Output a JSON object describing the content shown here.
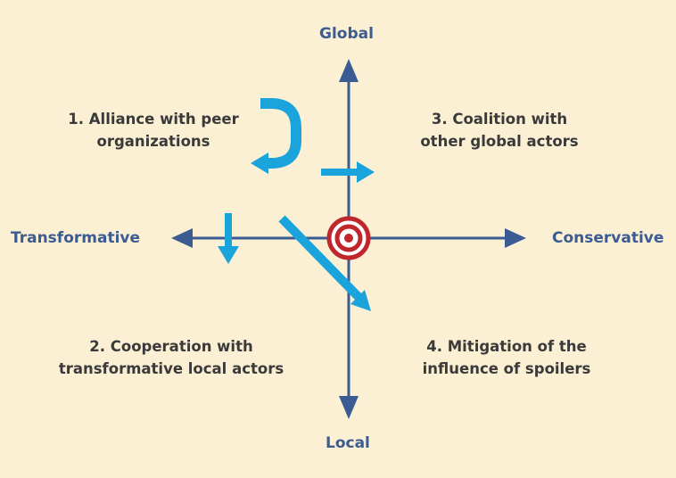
{
  "axes": {
    "top": "Global",
    "bottom": "Local",
    "left": "Transformative",
    "right": "Conservative"
  },
  "quadrants": {
    "q1": [
      "1. Alliance with peer",
      "organizations"
    ],
    "q2": [
      "2. Cooperation with",
      "transformative local actors"
    ],
    "q3": [
      "3. Coalition with",
      "other global actors"
    ],
    "q4": [
      "4. Mitigation of the",
      "influence of spoilers"
    ]
  },
  "colors": {
    "background": "#fbf0d4",
    "axis": "#3b5b93",
    "strategy_arrow": "#1ba3dc",
    "target": "#c0272d",
    "text": "#3a3a3a"
  }
}
